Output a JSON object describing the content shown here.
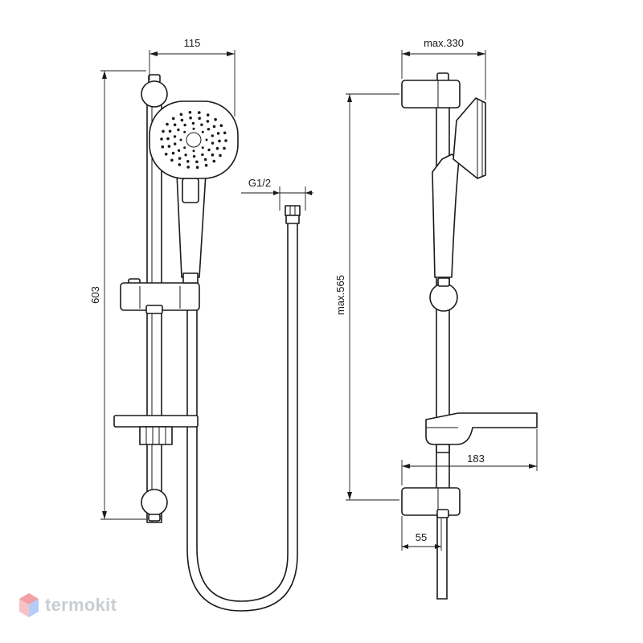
{
  "dimensions": {
    "front_width": "115",
    "front_height": "603",
    "thread": "G1/2",
    "side_width": "max.330",
    "side_height": "max.565",
    "shelf_depth": "183",
    "bracket_depth": "55"
  },
  "watermark": {
    "brand": "termokit"
  },
  "colors": {
    "ink": "#1a1a1a",
    "watermark_gray": "#c9cdd3",
    "logo_red": "#e8505b",
    "logo_blue": "#5b8def"
  }
}
